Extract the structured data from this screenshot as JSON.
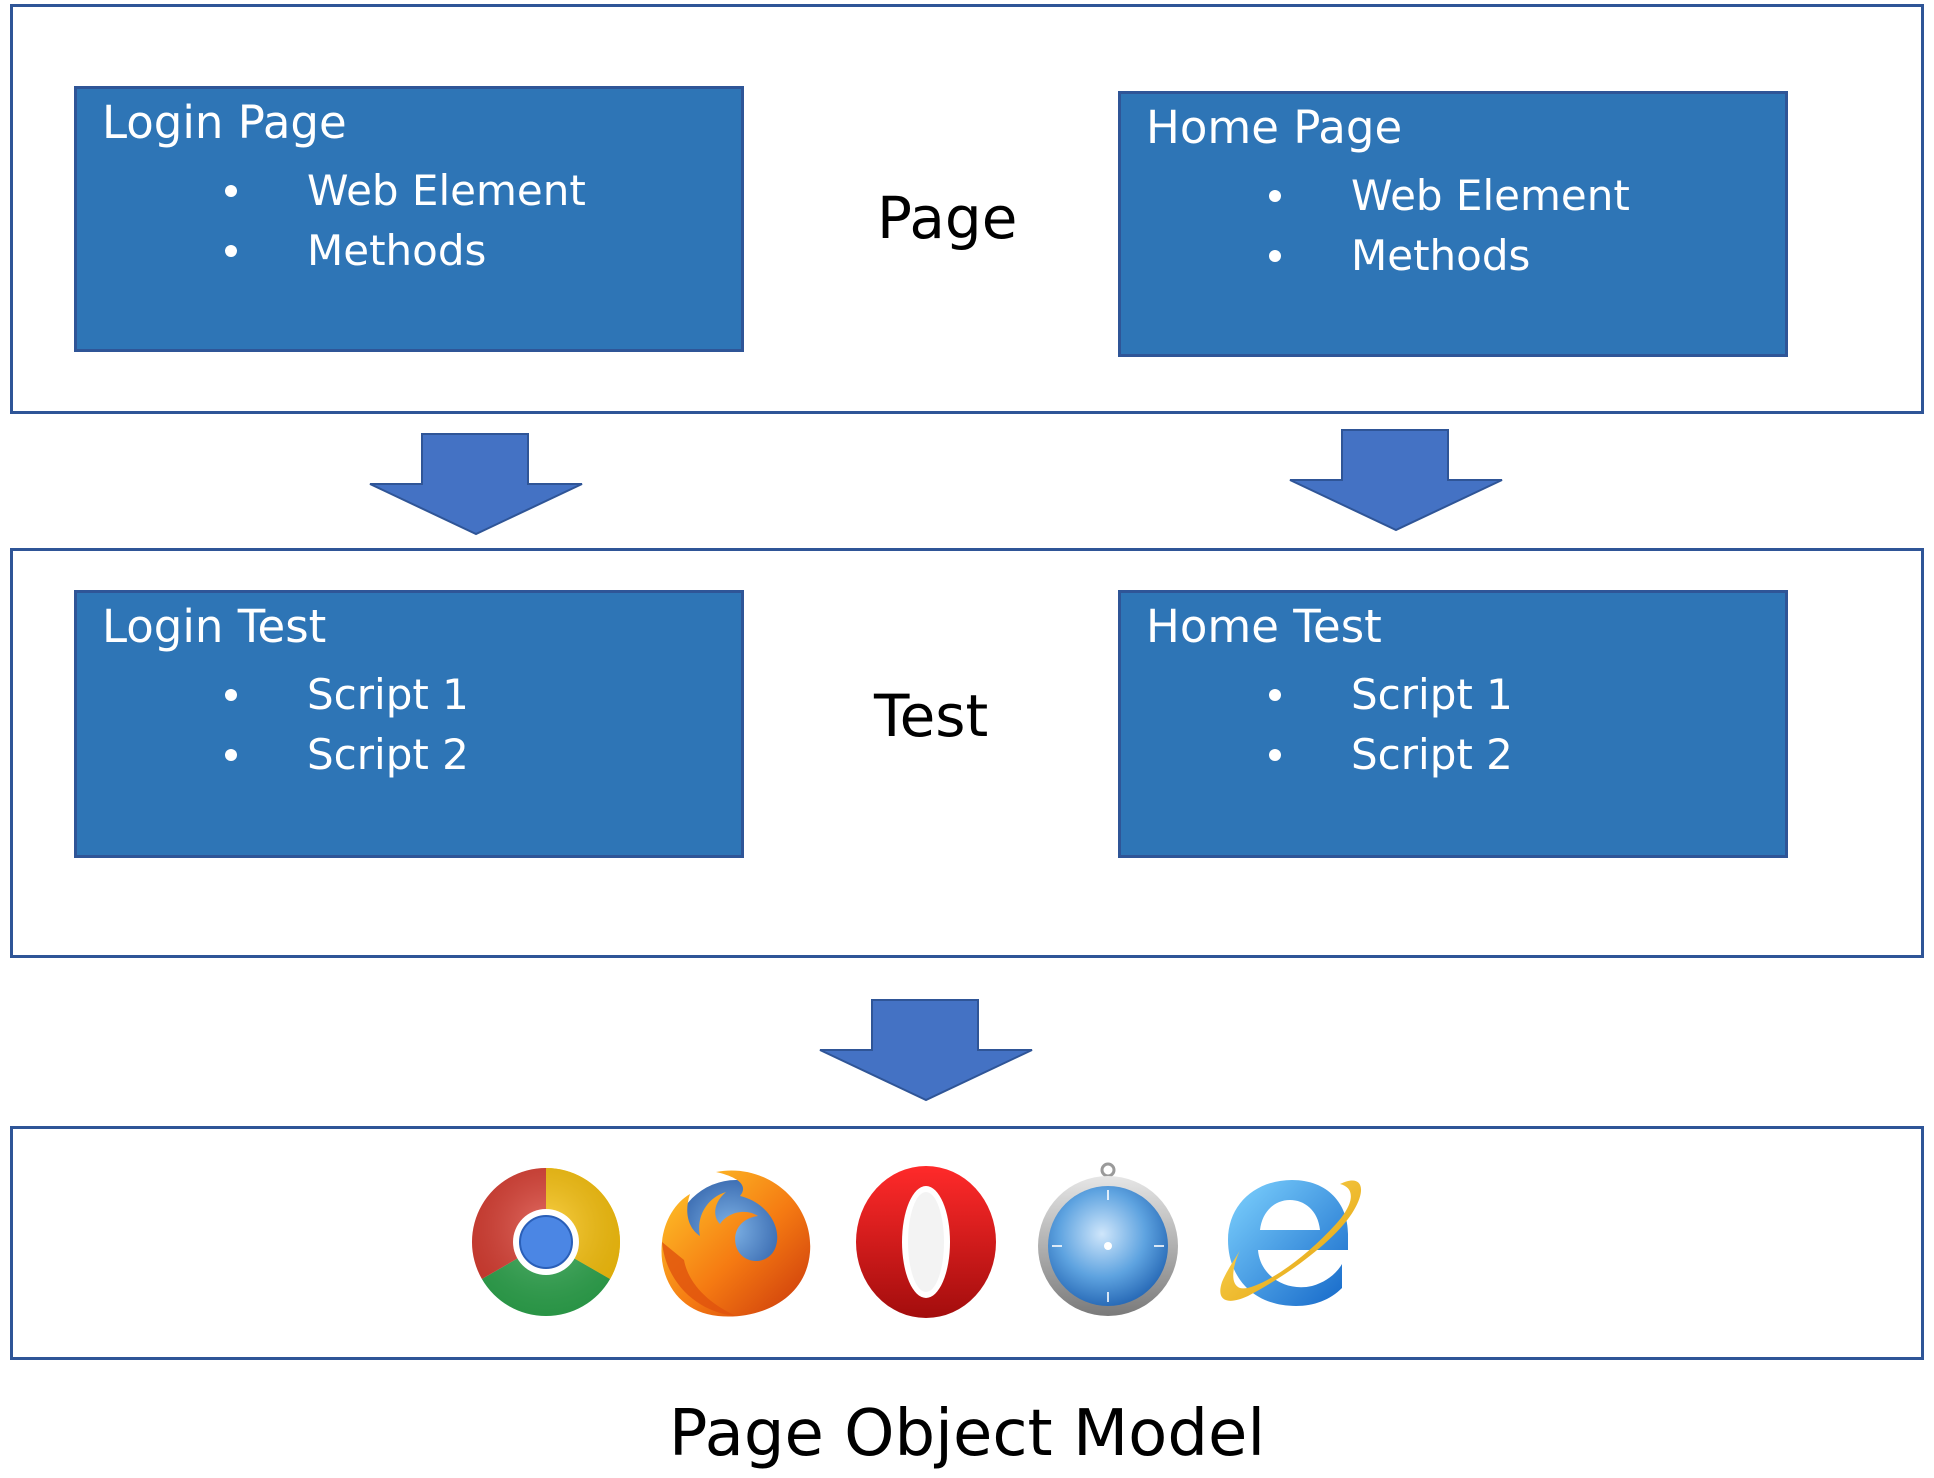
{
  "colors": {
    "module_fill": "#2e75b6",
    "module_border": "#2f5597",
    "layer_border": "#2f5597",
    "arrow_fill": "#4472c4"
  },
  "page_layer": {
    "label": "Page",
    "left_module": {
      "title": "Login Page",
      "items": [
        "Web Element",
        "Methods"
      ]
    },
    "right_module": {
      "title": "Home Page",
      "items": [
        "Web Element",
        "Methods"
      ]
    }
  },
  "test_layer": {
    "label": "Test",
    "left_module": {
      "title": "Login Test",
      "items": [
        "Script 1",
        "Script 2"
      ]
    },
    "right_module": {
      "title": "Home Test",
      "items": [
        "Script 1",
        "Script 2"
      ]
    }
  },
  "browsers": [
    {
      "icon": "chrome-icon"
    },
    {
      "icon": "firefox-icon"
    },
    {
      "icon": "opera-icon"
    },
    {
      "icon": "safari-icon"
    },
    {
      "icon": "internet-explorer-icon"
    }
  ],
  "caption": "Page Object Model"
}
